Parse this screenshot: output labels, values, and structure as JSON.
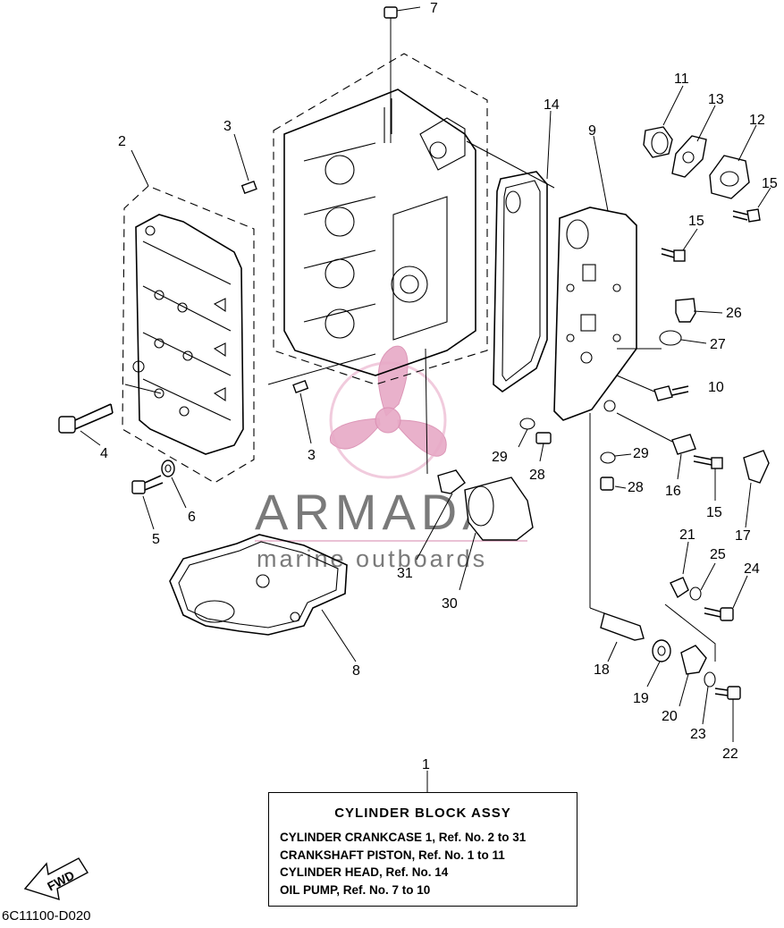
{
  "watermark": {
    "brand": "ARMADA",
    "tagline": "marine outboards"
  },
  "callouts": [
    {
      "id": "c1",
      "text": "1"
    },
    {
      "id": "c2",
      "text": "2"
    },
    {
      "id": "c3a",
      "text": "3"
    },
    {
      "id": "c3b",
      "text": "3"
    },
    {
      "id": "c4",
      "text": "4"
    },
    {
      "id": "c5",
      "text": "5"
    },
    {
      "id": "c6",
      "text": "6"
    },
    {
      "id": "c7",
      "text": "7"
    },
    {
      "id": "c8",
      "text": "8"
    },
    {
      "id": "c9",
      "text": "9"
    },
    {
      "id": "c10",
      "text": "10"
    },
    {
      "id": "c11",
      "text": "11"
    },
    {
      "id": "c12",
      "text": "12"
    },
    {
      "id": "c13",
      "text": "13"
    },
    {
      "id": "c14",
      "text": "14"
    },
    {
      "id": "c15a",
      "text": "15"
    },
    {
      "id": "c15b",
      "text": "15"
    },
    {
      "id": "c15c",
      "text": "15"
    },
    {
      "id": "c16",
      "text": "16"
    },
    {
      "id": "c17",
      "text": "17"
    },
    {
      "id": "c18",
      "text": "18"
    },
    {
      "id": "c19",
      "text": "19"
    },
    {
      "id": "c20",
      "text": "20"
    },
    {
      "id": "c21",
      "text": "21"
    },
    {
      "id": "c22",
      "text": "22"
    },
    {
      "id": "c23",
      "text": "23"
    },
    {
      "id": "c24",
      "text": "24"
    },
    {
      "id": "c25",
      "text": "25"
    },
    {
      "id": "c26",
      "text": "26"
    },
    {
      "id": "c27",
      "text": "27"
    },
    {
      "id": "c28a",
      "text": "28"
    },
    {
      "id": "c28b",
      "text": "28"
    },
    {
      "id": "c29a",
      "text": "29"
    },
    {
      "id": "c29b",
      "text": "29"
    },
    {
      "id": "c30",
      "text": "30"
    },
    {
      "id": "c31",
      "text": "31"
    }
  ],
  "info_box": {
    "title": "CYLINDER BLOCK ASSY",
    "lines": [
      "CYLINDER CRANKCASE 1, Ref. No. 2 to 31",
      "CRANKSHAFT PISTON, Ref. No. 1 to 11",
      "CYLINDER HEAD, Ref. No. 14",
      "OIL PUMP, Ref. No. 7 to 10"
    ]
  },
  "fwd_label": "FWD",
  "drawing_code": "6C11100-D020"
}
